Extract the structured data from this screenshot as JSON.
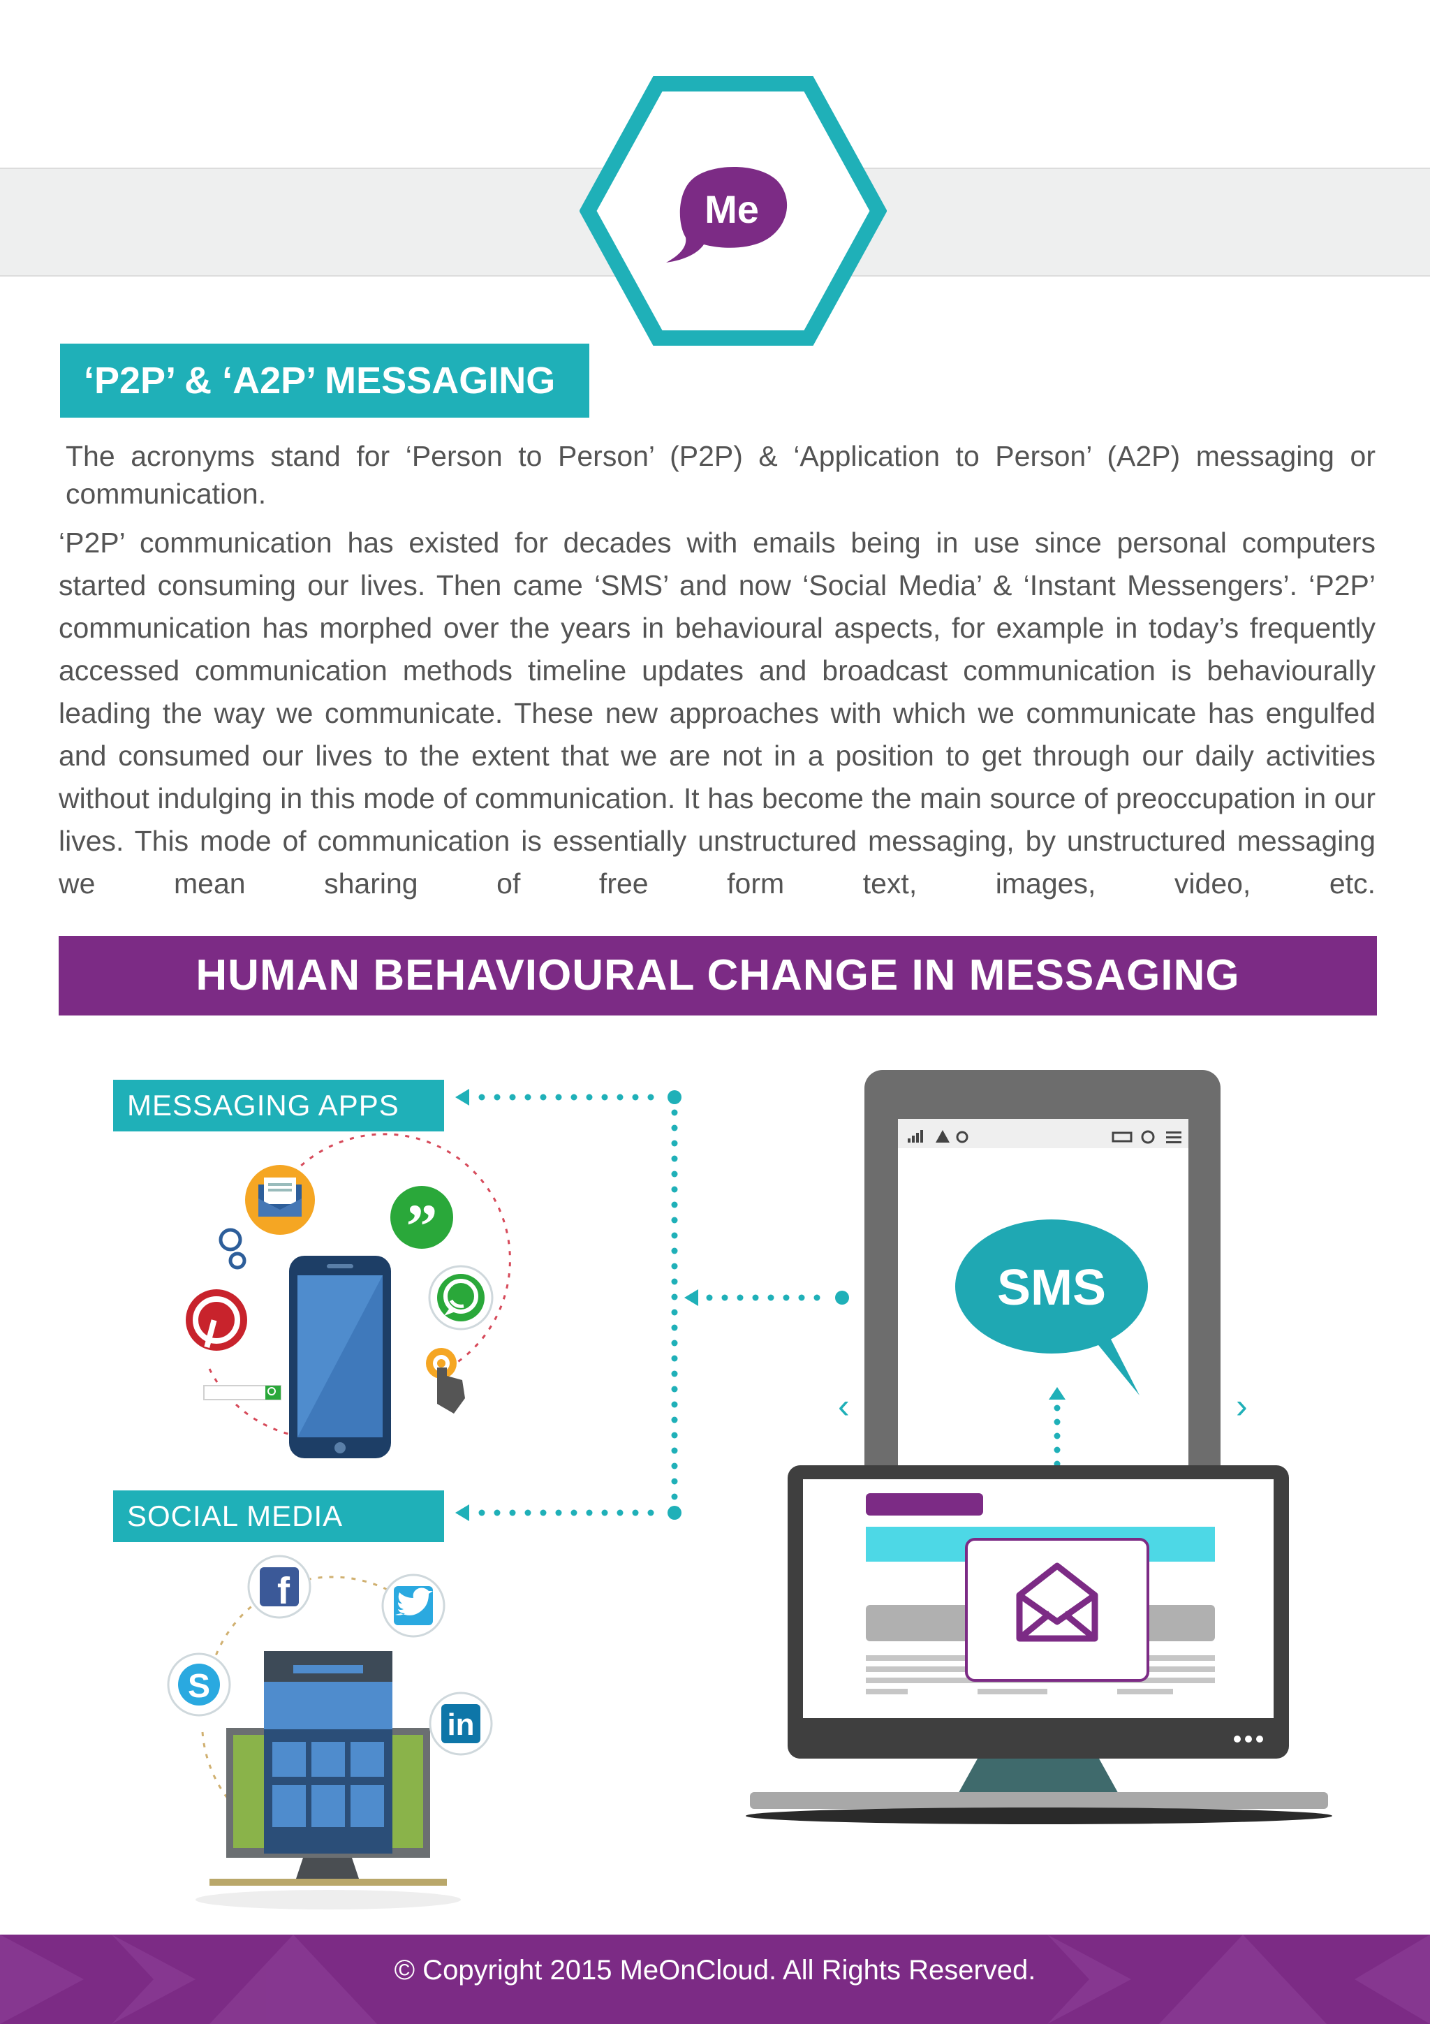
{
  "logo": {
    "text": "Me",
    "brand_color": "#7c2b85",
    "hex_color": "#1fb0b8"
  },
  "section1": {
    "heading": "‘P2P’ & ‘A2P’ MESSAGING",
    "intro": "The acronyms stand for ‘Person to Person’ (P2P) & ‘Application to Person’ (A2P) messaging or communication.",
    "body": "‘P2P’ communication has existed for decades with emails being in use since personal computers started consuming our lives. Then came ‘SMS’ and now ‘Social Media’ & ‘Instant Messengers’. ‘P2P’ communication has morphed over the years in behavioural aspects, for example in today’s frequently accessed communication methods timeline updates and broadcast communication is behaviourally leading the way we communicate. These new approaches with which we communicate has engulfed and consumed our lives to the extent that we are not in a position to get through our daily activities without indulging in this mode of communication. It has become the main source of preoccupation in our lives. This mode of communication is essentially unstructured messaging, by unstructured messaging we mean sharing of free form text, images, video, etc."
  },
  "section2": {
    "heading": "HUMAN BEHAVIOURAL CHANGE IN MESSAGING",
    "tag_apps": "MESSAGING APPS",
    "tag_social": "SOCIAL MEDIA",
    "sms_label": "SMS",
    "quote_glyph": "”",
    "linkedin_glyph": "in",
    "facebook_glyph": "f",
    "skype_glyph": "S",
    "nav_prev": "‹",
    "nav_next": "›",
    "icons": [
      "email-icon",
      "quote-chat-icon",
      "gears-icon",
      "pinterest-icon",
      "whatsapp-icon",
      "touch-icon",
      "search-icon",
      "facebook-icon",
      "twitter-icon",
      "skype-icon",
      "linkedin-icon",
      "envelope-icon"
    ]
  },
  "footer": {
    "copyright": "© Copyright 2015 MeOnCloud. All Rights Reserved."
  },
  "colors": {
    "teal": "#1fb0b8",
    "purple": "#7c2b85",
    "grey_text": "#545454"
  }
}
